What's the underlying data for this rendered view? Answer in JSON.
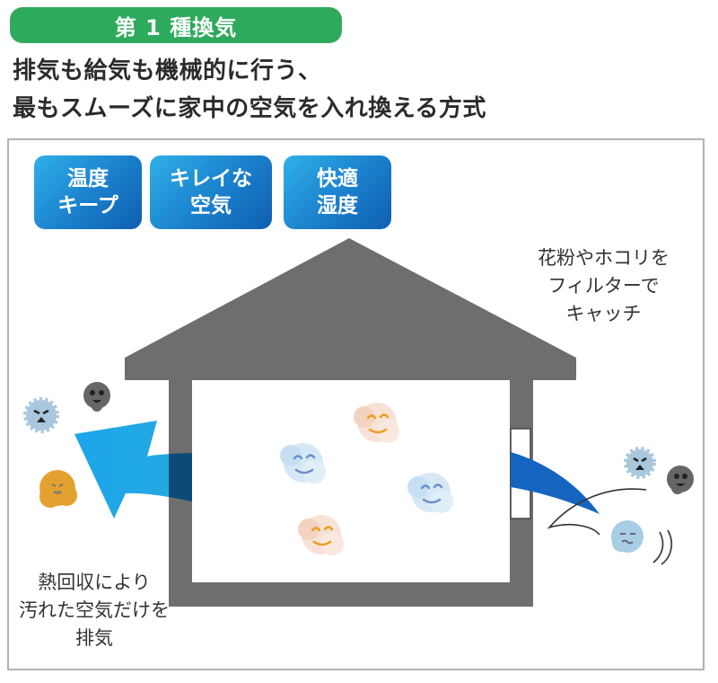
{
  "header": {
    "badge": "第 1 種換気",
    "line1": "排気も給気も機械的に行う、",
    "line2": "最もスムーズに家中の空気を入れ換える方式"
  },
  "features": [
    {
      "label": "温度\nキープ"
    },
    {
      "label": "キレイな\n空気"
    },
    {
      "label": "快適\n湿度"
    }
  ],
  "captions": {
    "filter": "花粉やホコリを\nフィルターで\nキャッチ",
    "exhaust": "熱回収により\n汚れた空気だけを\n排気"
  },
  "colors": {
    "title_green": "#2eaa5c",
    "house_gray": "#6e6e6e",
    "exhaust_arrow": "#1aa3e6",
    "intake_stream": "#1565c0",
    "clean_blue": "#dcebf6",
    "clean_orange": "#f7e0d2",
    "pollen": "#e3a230",
    "germ": "#a9c7dd",
    "dust": "#5f5f5f"
  },
  "icons": {
    "clean_particles": [
      "clean-air-blue-icon",
      "clean-air-orange-icon",
      "clean-air-blue-icon",
      "clean-air-orange-icon"
    ],
    "outside_left": [
      "germ-icon",
      "dust-icon",
      "pollen-icon"
    ],
    "outside_right": [
      "germ-icon",
      "dust-icon",
      "dust-ball-icon"
    ]
  }
}
